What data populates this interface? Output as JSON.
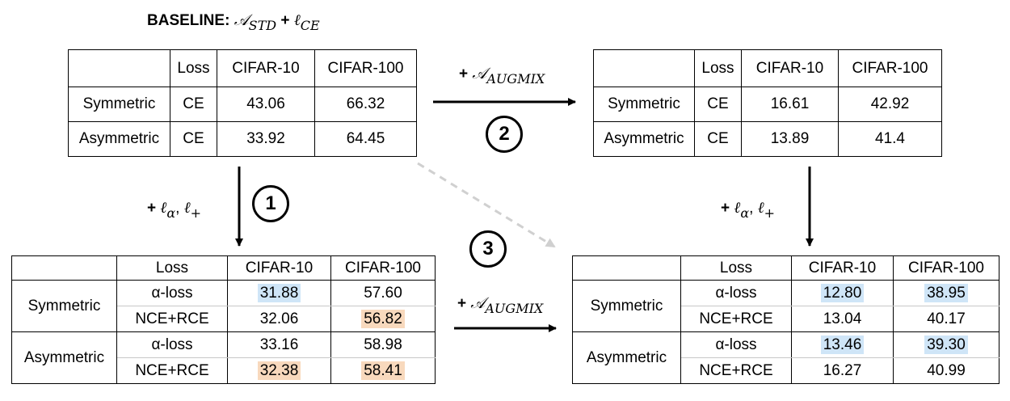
{
  "baseline": {
    "prefix": "BASELINE:",
    "aug_symbol": "𝒜",
    "aug_sub": "STD",
    "plus": "+",
    "loss_symbol": "ℓ",
    "loss_sub": "CE"
  },
  "arrows": {
    "augmix_top": {
      "plus": "+",
      "symbol": "𝒜",
      "sub": "AUGMIX"
    },
    "augmix_bottom": {
      "plus": "+",
      "symbol": "𝒜",
      "sub": "AUGMIX"
    },
    "loss_left": {
      "plus": "+",
      "l1": "ℓ",
      "s1": "α",
      "comma": ",",
      "l2": "ℓ",
      "s2": "+"
    },
    "loss_right": {
      "plus": "+",
      "l1": "ℓ",
      "s1": "α",
      "comma": ",",
      "l2": "ℓ",
      "s2": "+"
    },
    "step1": "1",
    "step2": "2",
    "step3": "3"
  },
  "highlight_colors": {
    "blue": "#cfe5f7",
    "orange": "#f8d9bd"
  },
  "top_left": {
    "headers": [
      "",
      "Loss",
      "CIFAR-10",
      "CIFAR-100"
    ],
    "rows": [
      {
        "noise": "Symmetric",
        "loss": "CE",
        "c10": "43.06",
        "c100": "66.32"
      },
      {
        "noise": "Asymmetric",
        "loss": "CE",
        "c10": "33.92",
        "c100": "64.45"
      }
    ]
  },
  "top_right": {
    "headers": [
      "",
      "Loss",
      "CIFAR-10",
      "CIFAR-100"
    ],
    "rows": [
      {
        "noise": "Symmetric",
        "loss": "CE",
        "c10": "16.61",
        "c100": "42.92"
      },
      {
        "noise": "Asymmetric",
        "loss": "CE",
        "c10": "13.89",
        "c100": "41.4"
      }
    ]
  },
  "bottom_left": {
    "headers": [
      "",
      "Loss",
      "CIFAR-10",
      "CIFAR-100"
    ],
    "groups": [
      {
        "noise": "Symmetric",
        "rows": [
          {
            "loss": "α-loss",
            "c10": "31.88",
            "c100": "57.60"
          },
          {
            "loss": "NCE+RCE",
            "c10": "32.06",
            "c100": "56.82"
          }
        ]
      },
      {
        "noise": "Asymmetric",
        "rows": [
          {
            "loss": "α-loss",
            "c10": "33.16",
            "c100": "58.98"
          },
          {
            "loss": "NCE+RCE",
            "c10": "32.38",
            "c100": "58.41"
          }
        ]
      }
    ]
  },
  "bottom_right": {
    "headers": [
      "",
      "Loss",
      "CIFAR-10",
      "CIFAR-100"
    ],
    "groups": [
      {
        "noise": "Symmetric",
        "rows": [
          {
            "loss": "α-loss",
            "c10": "12.80",
            "c100": "38.95"
          },
          {
            "loss": "NCE+RCE",
            "c10": "13.04",
            "c100": "40.17"
          }
        ]
      },
      {
        "noise": "Asymmetric",
        "rows": [
          {
            "loss": "α-loss",
            "c10": "13.46",
            "c100": "39.30"
          },
          {
            "loss": "NCE+RCE",
            "c10": "16.27",
            "c100": "40.99"
          }
        ]
      }
    ]
  }
}
